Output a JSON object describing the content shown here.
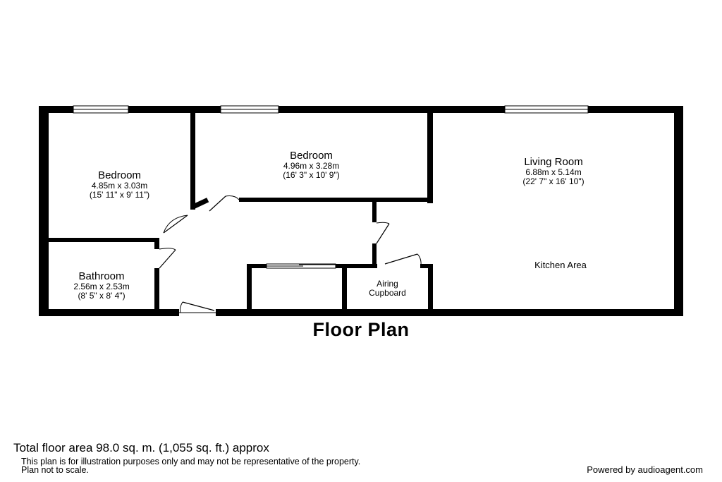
{
  "title": "Floor Plan",
  "rooms": {
    "bedroom1": {
      "name": "Bedroom",
      "metric": "4.85m x 3.03m",
      "imperial": "(15' 11\" x 9' 11\")"
    },
    "bedroom2": {
      "name": "Bedroom",
      "metric": "4.96m x 3.28m",
      "imperial": "(16' 3\" x 10' 9\")"
    },
    "living": {
      "name": "Living Room",
      "metric": "6.88m x 5.14m",
      "imperial": "(22' 7\" x 16' 10\")"
    },
    "kitchen": {
      "name": "Kitchen Area"
    },
    "bathroom": {
      "name": "Bathroom",
      "metric": "2.56m x 2.53m",
      "imperial": "(8' 5\" x 8' 4\")"
    },
    "airing": {
      "line1": "Airing",
      "line2": "Cupboard"
    }
  },
  "footer": {
    "total_area": "Total floor area 98.0 sq. m. (1,055 sq. ft.) approx",
    "disclaimer1": "This plan is for illustration purposes only and may not be representative of the property.",
    "disclaimer2": "Plan not to scale.",
    "powered_by": "Powered by audioagent.com"
  }
}
